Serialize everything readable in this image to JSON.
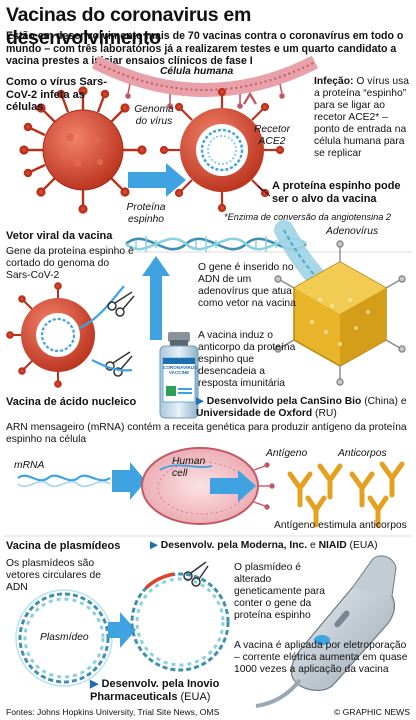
{
  "title": "Vacinas do coronavirus em desenvolvimento",
  "intro": "Estão em desenvolvimento mais de 70 vacinas contra o coronavírus em todo o mundo – com três laboratórios já a realizarem testes e um quarto candidato a vacina prestes a iniciar ensaios clínicos de fase I",
  "panel1": {
    "heading": "Como o vírus Sars-CoV-2 infeta as células",
    "cell_label": "Célula humana",
    "genome_label": "Genoma do vírus",
    "receptor_label": "Recetor ACE2",
    "spike_label": "Proteína espinho",
    "infection_heading": "Infeção:",
    "infection_text": "O vírus usa a proteína “espinho” para se ligar ao recetor ACE2* – ponto de entrada na célula humana para se replicar",
    "target_text": "A proteína espinho pode ser o alvo da vacina",
    "footnote": "*Enzima de conversão da angiotensina 2"
  },
  "panel2": {
    "heading": "Vetor viral da vacina",
    "text": "Gene da proteína espinho é cortado do genoma do Sars-CoV-2",
    "adeno_label": "Adenovírus",
    "step1": "O gene é inserido no ADN de um adenovírus que atua como vetor na vacina",
    "step2": "A vacina induz o anticorpo da proteína espinho que desencadeia a resposta imunitária",
    "vial_line1": "CORONAVIRUS",
    "vial_line2": "VACCINE",
    "dev_prefix": "Desenvolvido pela",
    "dev_org1": "CanSino Bio",
    "dev_country1": "(China)",
    "dev_conj": "e",
    "dev_org2": "Universidade de Oxford",
    "dev_country2": "(RU)"
  },
  "panel3": {
    "heading": "Vacina de ácido nucleico",
    "text": "ARN mensageiro (mRNA) contém a receita genética para produzir antígeno da proteína espinho na célula",
    "mrna_label": "mRNA",
    "cell_label": "Human cell",
    "antigen_label": "Antígeno",
    "antibody_label": "Anticorpos",
    "stim_text": "Antígeno estimula anticorpos"
  },
  "panel4": {
    "heading": "Vacina de plasmídeos",
    "dev_prefix": "Desenvolv. pela",
    "dev_org1": "Moderna, Inc.",
    "dev_conj": "e",
    "dev_org2": "NIAID",
    "dev_country": "(EUA)",
    "text": "Os plasmídeos são vetores circulares de ADN",
    "plasmid_label": "Plasmídeo",
    "step1": "O plasmídeo é alterado geneticamente para conter o gene da proteína espinho",
    "step2": "A vacina é aplicada por eletroporação – corrente elétrica aumenta em quase 1000 vezes a aplicação da vacina",
    "dev2_prefix": "Desenvolv. pela",
    "dev2_org": "Inovio Pharmaceuticals",
    "dev2_country": "(EUA)"
  },
  "footer": {
    "sources": "Fontes: Johns Hopkins University, Trial Site News, OMS",
    "credit": "© GRAPHIC NEWS"
  },
  "colors": {
    "virus": "#d8452b",
    "arrow": "#3ea3e0",
    "cell_pink": "#f4b9c0",
    "cell_dark": "#c25a66",
    "adeno": "#e8b52a",
    "antibody": "#e6a020",
    "dna": "#6fc3cf"
  }
}
